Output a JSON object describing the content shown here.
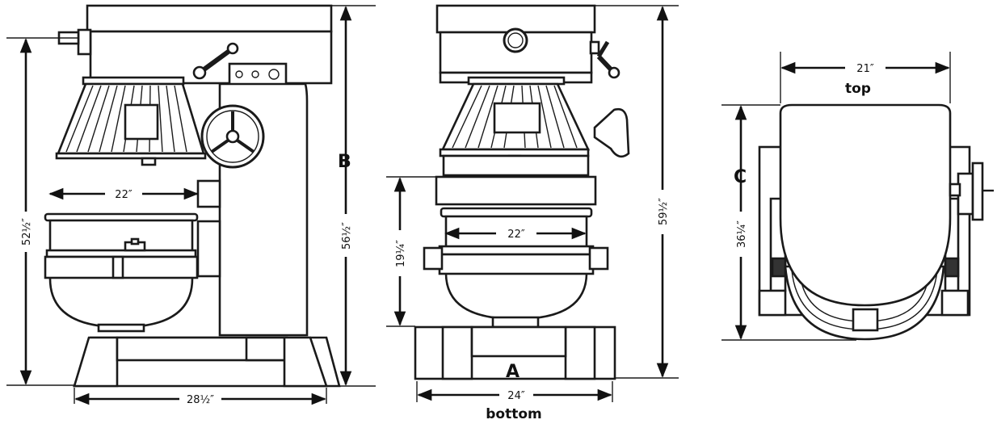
{
  "labels": {
    "B": "B",
    "A": "A",
    "C": "C",
    "top": "top",
    "bottom": "bottom"
  },
  "dimensions": {
    "side_bowl_width": "22″",
    "side_overall_height": "52½″",
    "side_column_height": "56½″",
    "side_base_width": "28½″",
    "front_bowl_width": "22″",
    "front_bowl_height": "19¼″",
    "front_overall_height": "59½″",
    "front_base_width": "24″",
    "top_width": "21″",
    "top_depth": "36¼″"
  }
}
